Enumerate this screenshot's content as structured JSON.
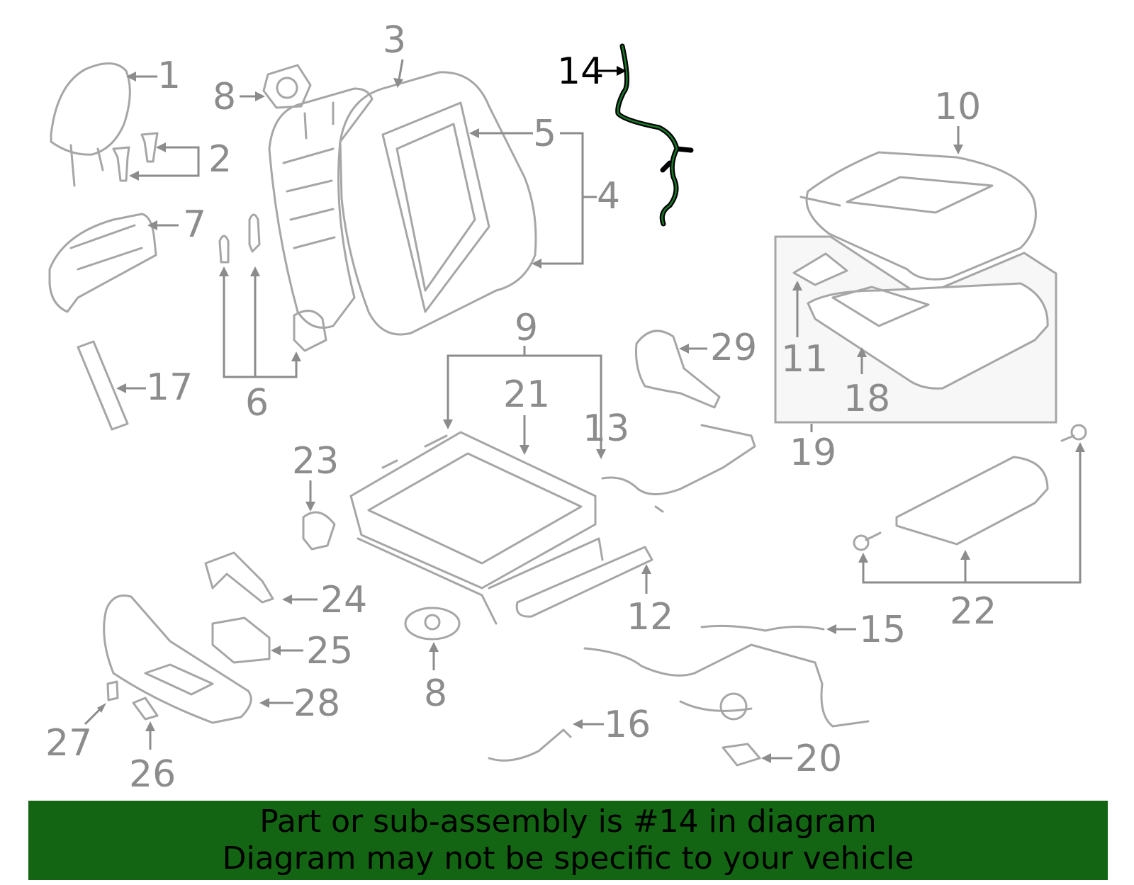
{
  "diagram": {
    "highlighted_part": "14",
    "labels": [
      "1",
      "2",
      "3",
      "4",
      "5",
      "6",
      "7",
      "8",
      "8",
      "9",
      "10",
      "11",
      "12",
      "13",
      "14",
      "15",
      "16",
      "17",
      "18",
      "19",
      "20",
      "21",
      "22",
      "23",
      "24",
      "25",
      "26",
      "27",
      "28",
      "29"
    ]
  },
  "banner": {
    "line1": "Part or sub-assembly is #14 in diagram",
    "line2": "Diagram may not be specific to your vehicle",
    "background_color": "#136513"
  },
  "colors": {
    "part_stroke": "#a6a6a6",
    "label_text": "#8c8c8c",
    "highlight_label": "#000000",
    "highlight_part": "#1a7a2a"
  }
}
